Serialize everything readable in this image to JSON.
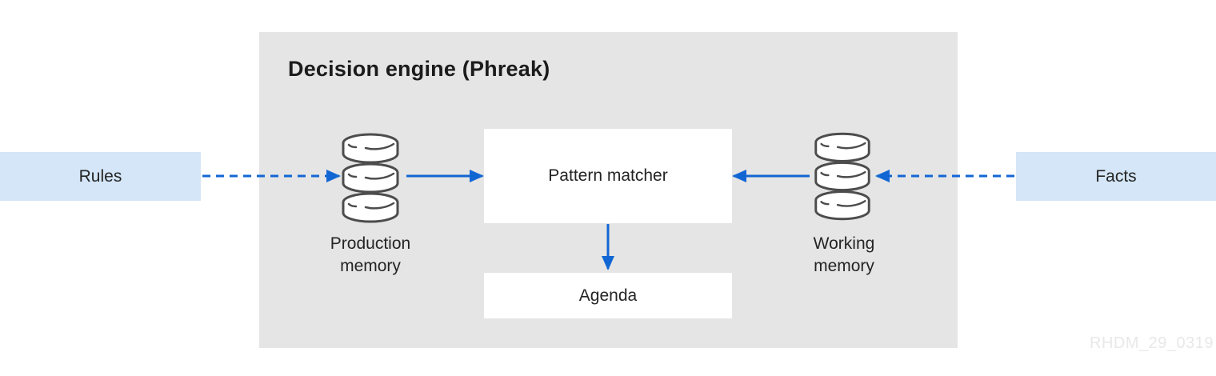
{
  "diagram": {
    "title": "Decision engine (Phreak)",
    "watermark": "RHDM_29_0319",
    "nodes": {
      "rules": {
        "label": "Rules",
        "type": "input"
      },
      "facts": {
        "label": "Facts",
        "type": "input"
      },
      "production_memory": {
        "label": "Production memory",
        "type": "database"
      },
      "working_memory": {
        "label": "Working memory",
        "type": "database"
      },
      "pattern_matcher": {
        "label": "Pattern matcher",
        "type": "process"
      },
      "agenda": {
        "label": "Agenda",
        "type": "process"
      }
    },
    "edges": [
      {
        "from": "rules",
        "to": "production_memory",
        "style": "dashed"
      },
      {
        "from": "production_memory",
        "to": "pattern_matcher",
        "style": "solid"
      },
      {
        "from": "working_memory",
        "to": "pattern_matcher",
        "style": "solid"
      },
      {
        "from": "facts",
        "to": "working_memory",
        "style": "dashed"
      },
      {
        "from": "pattern_matcher",
        "to": "agenda",
        "style": "solid"
      }
    ]
  },
  "colors": {
    "arrow_blue": "#1266d4",
    "node_blue_bg": "#d4e6f7",
    "panel_gray": "#e5e5e5",
    "icon_stroke": "#4c4c4c",
    "text_dark": "#242424",
    "watermark_gray": "#e8e8e8"
  }
}
